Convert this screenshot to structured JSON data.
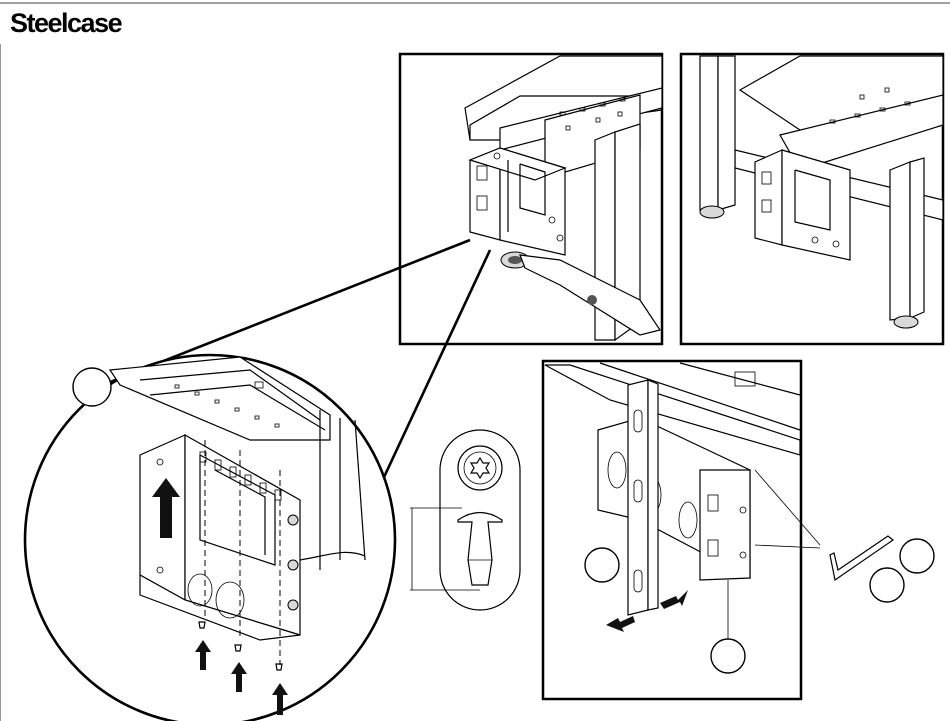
{
  "header": {
    "brand": "Steelcase"
  },
  "figures": [
    {
      "name": "detail-view-bracket-under-desk"
    },
    {
      "name": "overview-desk-with-bracket"
    },
    {
      "name": "zoom-circle-bracket-install"
    },
    {
      "name": "push-pin-fastener-detail"
    },
    {
      "name": "level-check-panel"
    }
  ],
  "icons": [
    "hex-key-icon",
    "up-arrow-icon",
    "double-arrow-icon"
  ]
}
